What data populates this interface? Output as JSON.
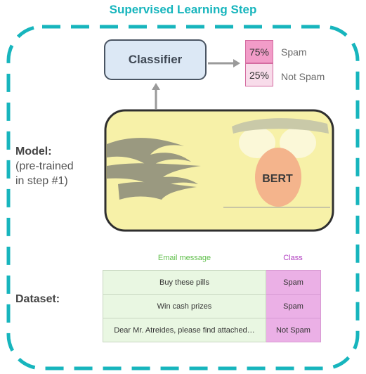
{
  "title": "Supervised Learning Step",
  "classifier": {
    "label": "Classifier"
  },
  "outputs": [
    {
      "percent": "75%",
      "label": "Spam"
    },
    {
      "percent": "25%",
      "label": "Not Spam"
    }
  ],
  "model": {
    "heading": "Model:",
    "sub1": "(pre-trained",
    "sub2": "in step #1)",
    "name": "BERT"
  },
  "dataset": {
    "heading": "Dataset:",
    "columns": {
      "message": "Email message",
      "class": "Class"
    },
    "rows": [
      {
        "message": "Buy these pills",
        "class": "Spam"
      },
      {
        "message": "Win cash prizes",
        "class": "Spam"
      },
      {
        "message": "Dear Mr. Atreides, please find attached…",
        "class": "Not Spam"
      }
    ]
  },
  "colors": {
    "accent": "#17b5bd",
    "classifier_fill": "#dce8f5",
    "spam_high": "#f29cc8",
    "spam_low": "#f8dcea",
    "bert_body": "#f7f1a8",
    "message_cell": "#e9f7e2",
    "class_cell": "#ebb0e6"
  }
}
